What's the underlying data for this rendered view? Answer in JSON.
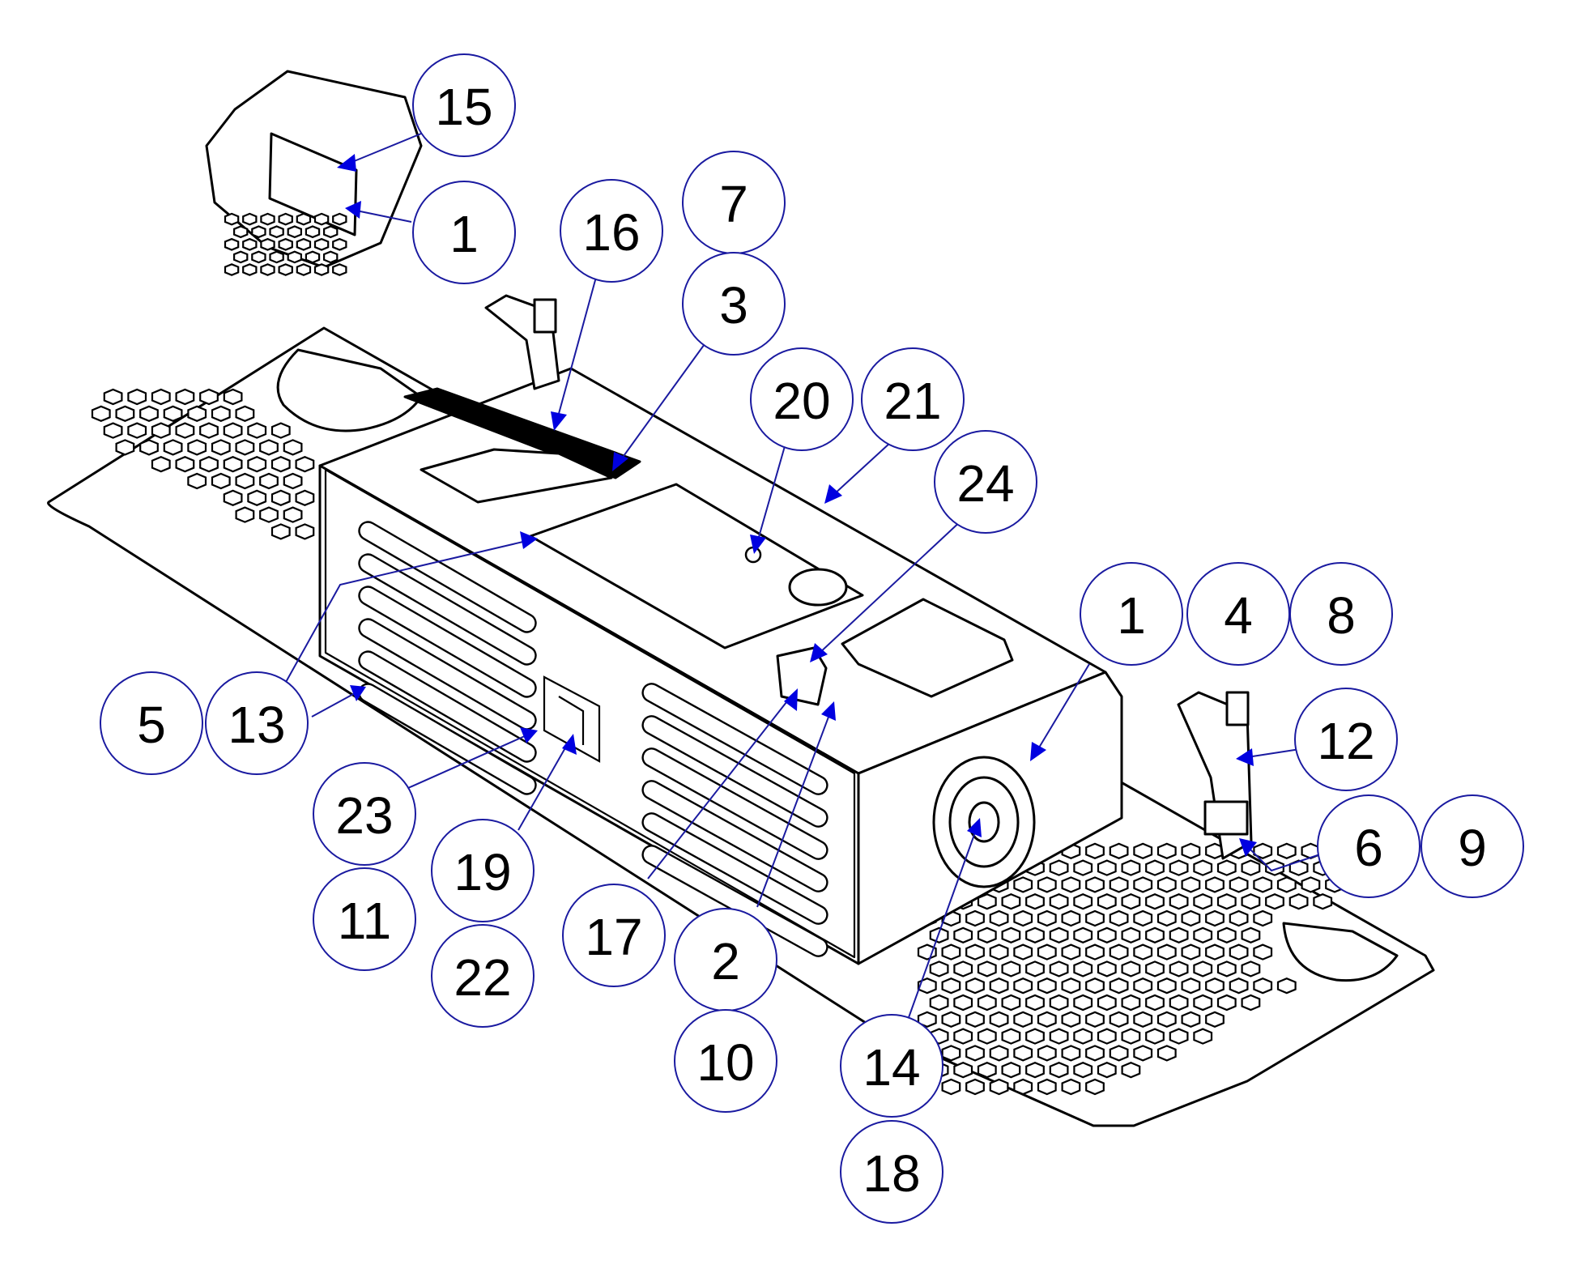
{
  "colors": {
    "balloon_outline": "#1a1aa0",
    "leader_line": "#1a1aa0",
    "arrowhead": "#0000e0",
    "part_outline": "#000000",
    "background": "#ffffff"
  },
  "callouts": [
    {
      "id": "c15",
      "label": "15"
    },
    {
      "id": "c1a",
      "label": "1"
    },
    {
      "id": "c16",
      "label": "16"
    },
    {
      "id": "c7",
      "label": "7"
    },
    {
      "id": "c3",
      "label": "3"
    },
    {
      "id": "c20",
      "label": "20"
    },
    {
      "id": "c21",
      "label": "21"
    },
    {
      "id": "c24",
      "label": "24"
    },
    {
      "id": "c1b",
      "label": "1"
    },
    {
      "id": "c4",
      "label": "4"
    },
    {
      "id": "c8",
      "label": "8"
    },
    {
      "id": "c12",
      "label": "12"
    },
    {
      "id": "c6",
      "label": "6"
    },
    {
      "id": "c9",
      "label": "9"
    },
    {
      "id": "c5",
      "label": "5"
    },
    {
      "id": "c13",
      "label": "13"
    },
    {
      "id": "c23",
      "label": "23"
    },
    {
      "id": "c19",
      "label": "19"
    },
    {
      "id": "c11",
      "label": "11"
    },
    {
      "id": "c22",
      "label": "22"
    },
    {
      "id": "c17",
      "label": "17"
    },
    {
      "id": "c2",
      "label": "2"
    },
    {
      "id": "c10",
      "label": "10"
    },
    {
      "id": "c14",
      "label": "14"
    },
    {
      "id": "c18",
      "label": "18"
    }
  ]
}
